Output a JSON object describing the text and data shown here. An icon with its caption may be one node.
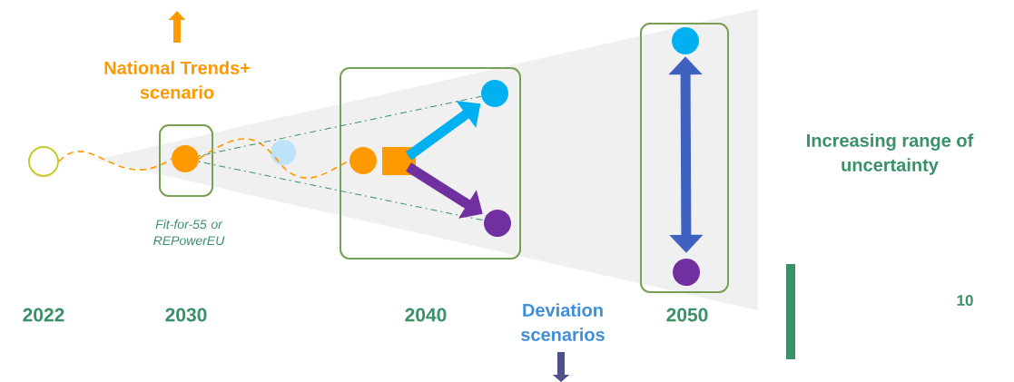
{
  "diagram": {
    "nodes": [
      {
        "text": [],
        "shape": "circle"
      },
      {
        "text": [],
        "shape": "box",
        "beside": [
          "Fit-for-55 or REPowerEU"
        ]
      },
      {
        "text": [],
        "shape": "circle",
        "in": 1
      },
      {
        "text": [],
        "shape": "circle"
      },
      {
        "text": [],
        "shape": "box"
      },
      {
        "text": [],
        "shape": "circle",
        "in": 4
      },
      {
        "text": [],
        "shape": "circle",
        "in": 4
      },
      {
        "text": [],
        "shape": "circle",
        "in": 4
      },
      {
        "text": [],
        "shape": "box"
      },
      {
        "text": [],
        "shape": "circle",
        "in": 8
      },
      {
        "text": [],
        "shape": "circle",
        "in": 8
      }
    ],
    "edges": [
      {
        "from": 0,
        "to": 2,
        "arrow": "none",
        "style": "dashed",
        "color": "#ff9900"
      },
      {
        "from": 2,
        "to": 5,
        "arrow": "none",
        "style": "dashed",
        "color": "#ff9900"
      },
      {
        "from": 2,
        "to": 6,
        "arrow": "none",
        "style": "dashed",
        "color": "#3a9068"
      },
      {
        "from": 2,
        "to": 7,
        "arrow": "none",
        "style": "dashed",
        "color": "#3a9068"
      },
      {
        "from": 5,
        "to": 6,
        "arrow": "to",
        "style": "thick",
        "color": "#00b0f0"
      },
      {
        "from": 5,
        "to": 7,
        "arrow": "to",
        "style": "thick",
        "color": "#7030a0"
      },
      {
        "from": 9,
        "to": 10,
        "arrow": "both",
        "style": "thick",
        "color": "#3f62c0"
      }
    ],
    "labels": [
      "National Trends+ scenario",
      "Increasing range of uncertainty",
      "2022",
      "2030",
      "2040",
      "Deviation scenarios",
      "2050",
      "10"
    ]
  }
}
